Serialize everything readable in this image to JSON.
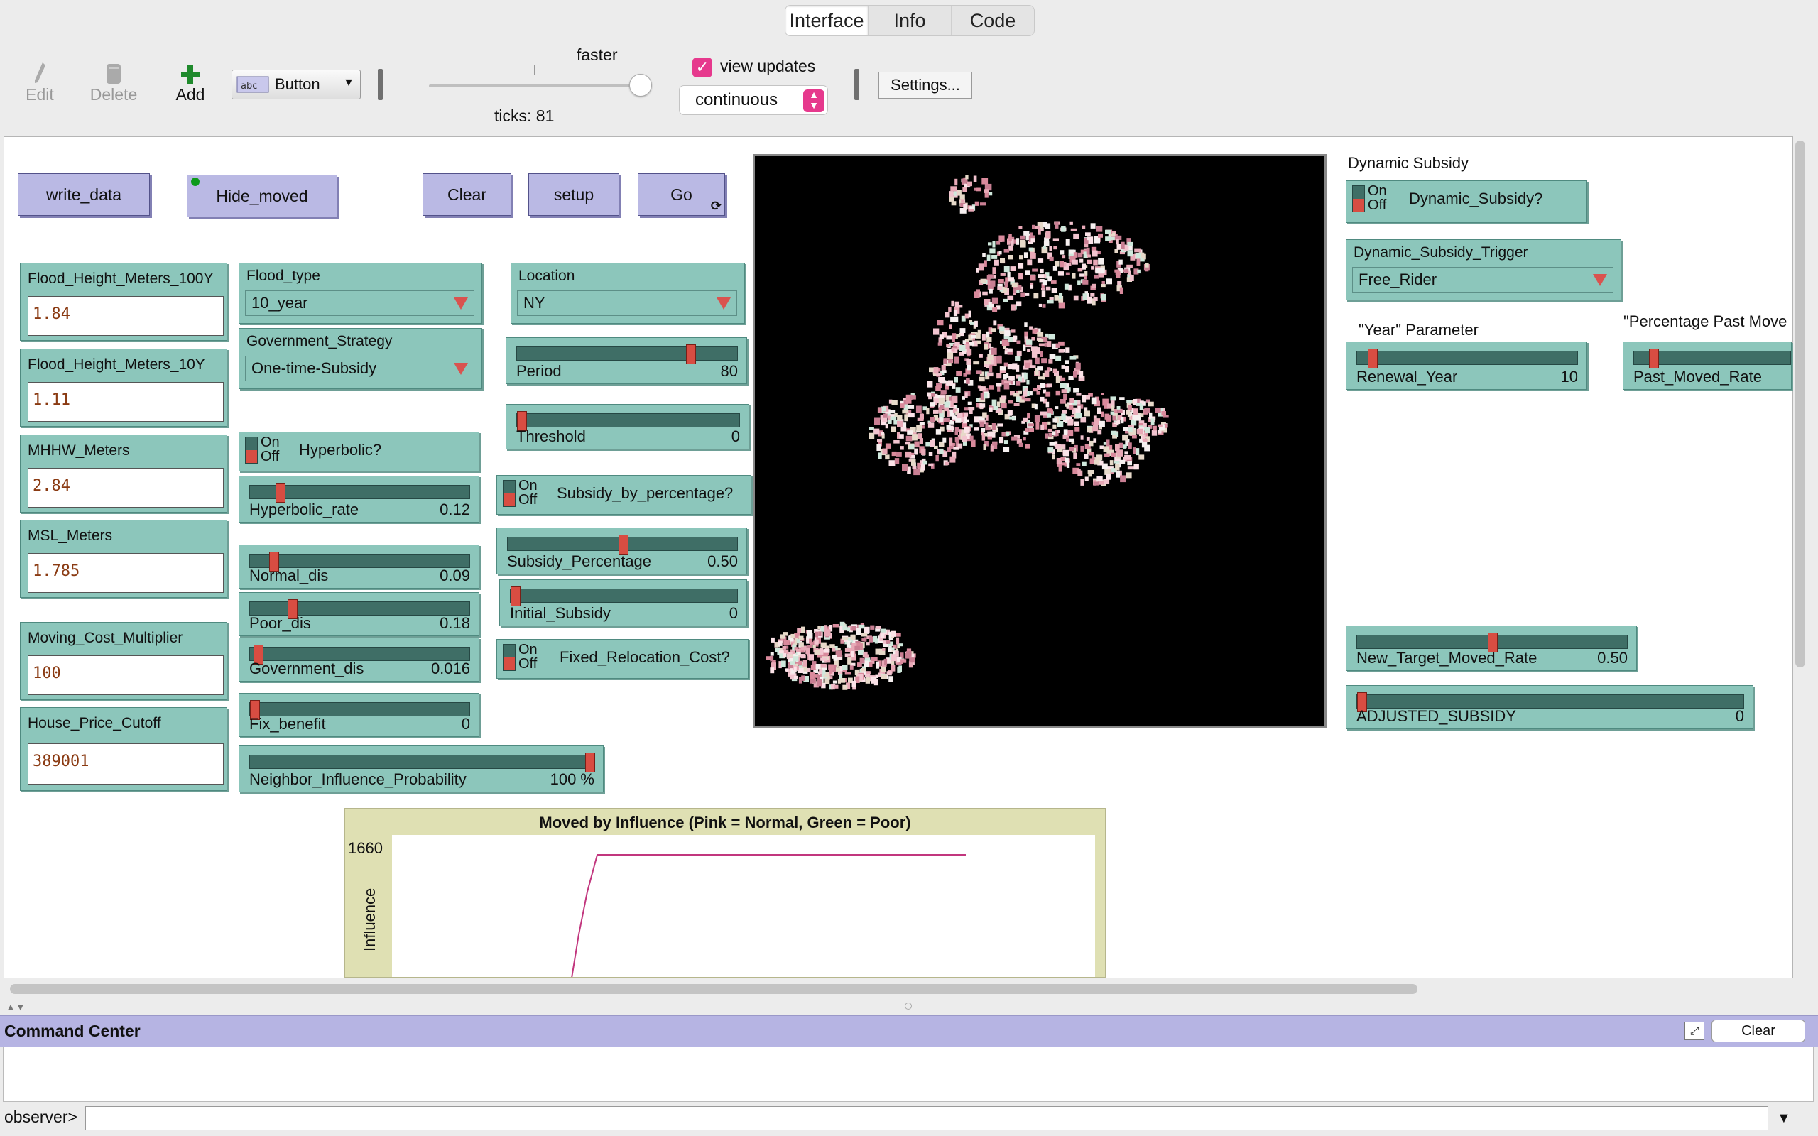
{
  "tabs": [
    "Interface",
    "Info",
    "Code"
  ],
  "toolbar": {
    "edit": "Edit",
    "delete": "Delete",
    "add": "Add",
    "widget_type": "Button",
    "speed_label": "faster",
    "ticks": "ticks: 81",
    "view_updates": "view updates",
    "update_mode": "continuous",
    "settings": "Settings..."
  },
  "buttons": {
    "write_data": "write_data",
    "hide_moved": "Hide_moved",
    "clear": "Clear",
    "setup": "setup",
    "go": "Go"
  },
  "inputs": [
    {
      "label": "Flood_Height_Meters_100Y",
      "value": "1.84"
    },
    {
      "label": "Flood_Height_Meters_10Y",
      "value": "1.11"
    },
    {
      "label": "MHHW_Meters",
      "value": "2.84"
    },
    {
      "label": "MSL_Meters",
      "value": "1.785"
    },
    {
      "label": "Moving_Cost_Multiplier",
      "value": "100"
    },
    {
      "label": "House_Price_Cutoff",
      "value": "389001"
    }
  ],
  "choosers": {
    "flood_type": {
      "label": "Flood_type",
      "value": "10_year"
    },
    "gov_strategy": {
      "label": "Government_Strategy",
      "value": "One-time-Subsidy"
    },
    "location": {
      "label": "Location",
      "value": "NY"
    },
    "trigger": {
      "label": "Dynamic_Subsidy_Trigger",
      "value": "Free_Rider"
    }
  },
  "switch_text": {
    "on": "On",
    "off": "Off"
  },
  "switches": {
    "hyperbolic": "Hyperbolic?",
    "subsidy_pct": "Subsidy_by_percentage?",
    "fixed_cost": "Fixed_Relocation_Cost?",
    "dynamic": "Dynamic_Subsidy?"
  },
  "sliders": {
    "hyperbolic_rate": {
      "name": "Hyperbolic_rate",
      "value": "0.12",
      "fraction": 0.12
    },
    "normal_dis": {
      "name": "Normal_dis",
      "value": "0.09",
      "fraction": 0.09
    },
    "poor_dis": {
      "name": "Poor_dis",
      "value": "0.18",
      "fraction": 0.18
    },
    "government_dis": {
      "name": "Government_dis",
      "value": "0.016",
      "fraction": 0.016
    },
    "fix_benefit": {
      "name": "Fix_benefit",
      "value": "0",
      "fraction": 0
    },
    "neighbor": {
      "name": "Neighbor_Influence_Probability",
      "value": "100 %",
      "fraction": 1.0
    },
    "period": {
      "name": "Period",
      "value": "80",
      "fraction": 0.8
    },
    "threshold": {
      "name": "Threshold",
      "value": "0",
      "fraction": 0
    },
    "subsidy_percentage": {
      "name": "Subsidy_Percentage",
      "value": "0.50",
      "fraction": 0.5
    },
    "initial_subsidy": {
      "name": "Initial_Subsidy",
      "value": "0",
      "fraction": 0
    },
    "renewal_year": {
      "name": "Renewal_Year",
      "value": "10",
      "fraction": 0.05
    },
    "past_moved_rate": {
      "name": "Past_Moved_Rate",
      "value": "",
      "fraction": 0.1
    },
    "new_target": {
      "name": "New_Target_Moved_Rate",
      "value": "0.50",
      "fraction": 0.5
    },
    "adjusted_subsidy": {
      "name": "ADJUSTED_SUBSIDY",
      "value": "0",
      "fraction": 0
    }
  },
  "notes": {
    "dynamic_subsidy": "Dynamic Subsidy",
    "year_param": "\"Year\" Parameter",
    "pct_past": "\"Percentage Past Move"
  },
  "plot": {
    "title": "Moved by Influence (Pink = Normal, Green = Poor)",
    "ymax": "1660",
    "ylabel": "Influence",
    "line_color": "#c2367e"
  },
  "command_center": {
    "title": "Command Center",
    "clear": "Clear",
    "prompt": "observer>"
  }
}
